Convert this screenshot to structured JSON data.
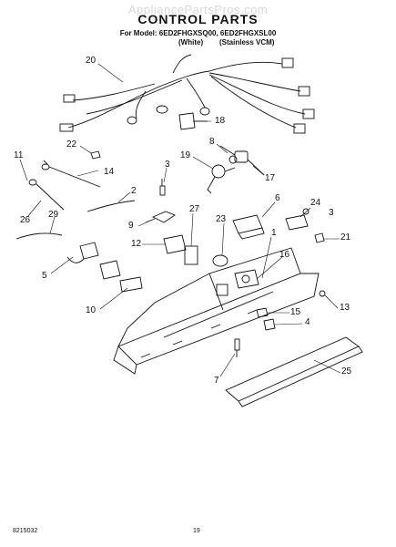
{
  "header": {
    "watermark": "AppliancePartsPros.com",
    "title": "CONTROL PARTS",
    "model_line": "For Model: 6ED2FHGXSQ00, 6ED2FHGXSL00",
    "sub_white": "(White)",
    "sub_stainless": "(Stainless VCM)"
  },
  "footer": {
    "doc_number": "8215032",
    "page_number": "19"
  },
  "callouts": [
    "20",
    "18",
    "8",
    "19",
    "17",
    "22",
    "11",
    "14",
    "3",
    "2",
    "26",
    "29",
    "9",
    "27",
    "6",
    "23",
    "24",
    "3",
    "21",
    "5",
    "12",
    "1",
    "16",
    "13",
    "10",
    "15",
    "4",
    "7",
    "25"
  ]
}
